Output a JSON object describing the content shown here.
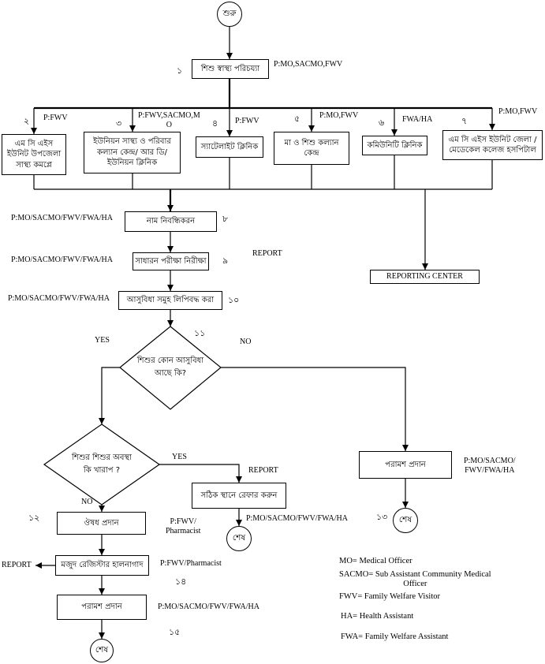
{
  "colors": {
    "line": "#000000",
    "background": "#ffffff",
    "text": "#000000"
  },
  "start": {
    "label": "শুরু"
  },
  "nodes": {
    "n1": {
      "num": "১",
      "lines": [
        "শিশু স্বাস্থ্য পরিচয্যা"
      ],
      "role": [
        "P:MO,SACMO,FWV"
      ]
    },
    "n2": {
      "num": "২",
      "lines": [
        "এম সি এইস",
        "ইউনিট উপজেলা",
        "সাস্থ্য কমপ্লে"
      ],
      "role": [
        "P:FWV"
      ]
    },
    "n3": {
      "num": "৩",
      "lines": [
        "ইউনিয়ন সাস্থ্য ও পরিবার",
        "কল্যান কেন্দ্র/ আর ডি/",
        "ইউনিয়ন ক্লিনিক"
      ],
      "role": [
        "P:FWV,SACMO,M",
        "O"
      ]
    },
    "n4": {
      "num": "৪",
      "lines": [
        "স্যাটেলাইট ক্লিনিক"
      ],
      "role": [
        "P:FWV"
      ]
    },
    "n5": {
      "num": "৫",
      "lines": [
        "মা ও শিশু কল্যান",
        "কেন্দ্র"
      ],
      "role": [
        "P:MO,FWV"
      ]
    },
    "n6": {
      "num": "৬",
      "lines": [
        "কমিউনিটি ক্লিনিক"
      ],
      "role": [
        "FWA/HA"
      ]
    },
    "n7": {
      "num": "৭",
      "lines": [
        "এম সি এইস ইউনিট জেলা /",
        "মেডেকেল কলেজ হসপিটাল"
      ],
      "role": [
        "P:MO,FWV"
      ]
    },
    "n8": {
      "num": "৮",
      "lines": [
        "নাম নিবন্ধিকরন"
      ],
      "role": [
        "P:MO/SACMO/FWV/FWA/HA"
      ]
    },
    "n9": {
      "num": "৯",
      "lines": [
        "সাধারন পরীক্ষা নিরীক্ষা"
      ],
      "role": [
        "P:MO/SACMO/FWV/FWA/HA"
      ]
    },
    "n10": {
      "num": "১০",
      "lines": [
        "আসুবিধা সমুহ লিপিবদ্ধ করা"
      ],
      "role": [
        "P:MO/SACMO/FWV/FWA/HA"
      ]
    },
    "d11": {
      "num": "১১",
      "lines": [
        "শিশুর কোন আসুবিধা",
        "আছে কি?"
      ],
      "yes": "YES",
      "no": "NO"
    },
    "d_condition": {
      "lines": [
        "শিশুর শিশুর অবস্থা",
        "কি খারাপ ?"
      ],
      "yes": "YES",
      "no": "NO"
    },
    "refer": {
      "lines": [
        "সঠিক স্থানে রেফার করুন"
      ],
      "report": "REPORT",
      "role": [
        "P:MO/SACMO/FWV/FWA/HA"
      ]
    },
    "n12": {
      "num": "১২",
      "lines": [
        "ঔষধ প্রদান"
      ],
      "role": [
        "P:FWV/",
        "Pharmacist"
      ]
    },
    "n14": {
      "num": "১৪",
      "lines": [
        "মজুদ রেজিস্টার হালনাগাদ"
      ],
      "role": [
        "P:FWV/Pharmacist"
      ],
      "report": "REPORT"
    },
    "n15": {
      "num": "১৫",
      "lines": [
        "পরামশ প্রদান"
      ],
      "role": [
        "P:MO/SACMO/FWV/FWA/HA"
      ]
    },
    "n13": {
      "num": "১৩",
      "lines": [
        "পরামশ প্রদান"
      ],
      "role": [
        "P:MO/SACMO/",
        "FWV/FWA/HA"
      ]
    }
  },
  "ends": {
    "refer": "শেষ",
    "right": "শেষ",
    "left": "শেষ"
  },
  "report_mid": "REPORT",
  "reporting_center": "REPORTING CENTER",
  "legend": [
    {
      "lines": [
        "MO= Medical Officer"
      ]
    },
    {
      "lines": [
        "SACMO= Sub Assistant Community Medical",
        "Officer"
      ]
    },
    {
      "lines": [
        "FWV= Family Welfare Visitor"
      ]
    },
    {
      "lines": [
        "HA= Health Assistant"
      ]
    },
    {
      "lines": [
        "FWA= Family Welfare Assistant"
      ]
    }
  ]
}
